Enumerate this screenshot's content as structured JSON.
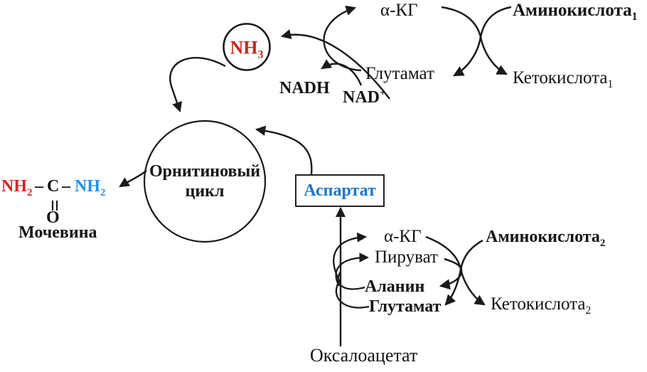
{
  "colors": {
    "ammonia_red": "#c02b1d",
    "urea_red": "#dc1f26",
    "urea_blue": "#2191e9",
    "aspartate_blue": "#1878c8",
    "line_black": "#1a1a1a"
  },
  "top_reaction": {
    "alpha_kg": "α-КГ",
    "amino_acid": {
      "base": "Аминокислота",
      "sub": "1"
    },
    "glutamate": "Глутамат",
    "keto_acid": {
      "base": "Кетокислота",
      "sub": "1"
    },
    "nadh": "NADH",
    "nad": {
      "base": "NAD",
      "sup": "+"
    }
  },
  "ammonia": {
    "base": "NH",
    "sub": "3"
  },
  "ornithine_cycle": {
    "line1": "Орнитиновый",
    "line2": "цикл"
  },
  "urea": {
    "nh2": {
      "base": "NH",
      "sub": "2"
    },
    "bond": "–",
    "carbon": "C",
    "oxygen": "O",
    "caption": "Мочевина"
  },
  "aspartate": {
    "label": "Аспартат"
  },
  "bottom_reaction": {
    "alpha_kg": "α-КГ",
    "pyruvate": "Пируват",
    "alanine": "Аланин",
    "glutamate": "Глутамат",
    "amino_acid": {
      "base": "Аминокислота",
      "sub": "2"
    },
    "keto_acid": {
      "base": "Кетокислота",
      "sub": "2"
    },
    "oxaloacetate": "Оксалоацетат"
  }
}
